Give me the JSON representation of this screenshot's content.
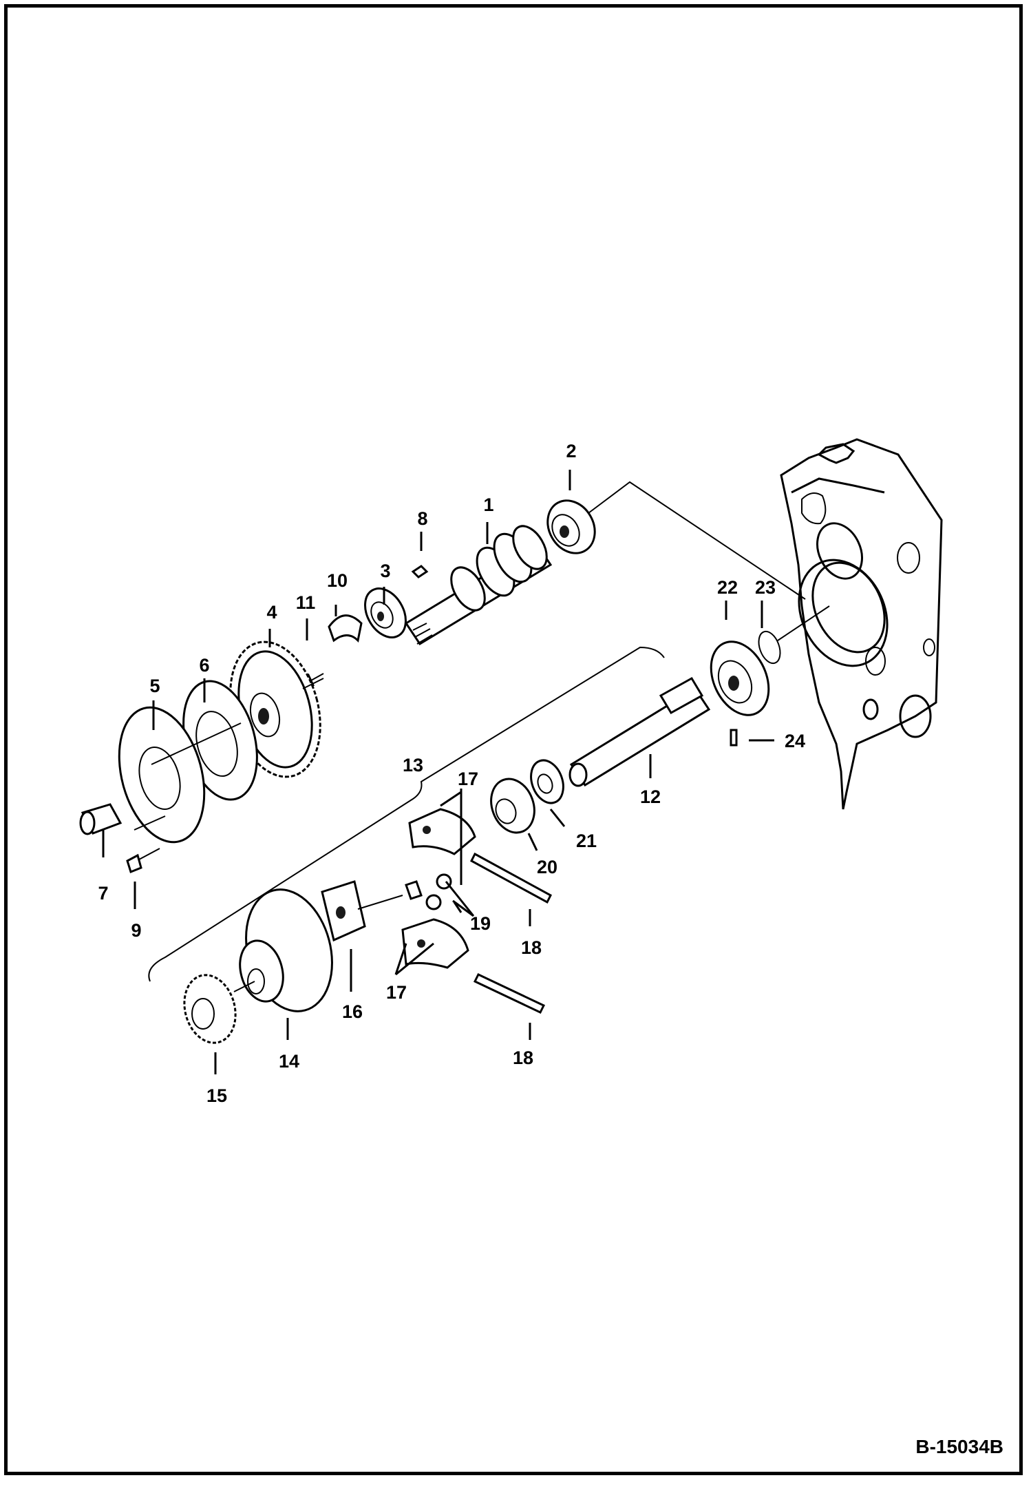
{
  "figure_id": "B-15034B",
  "callouts": [
    "1",
    "2",
    "3",
    "4",
    "5",
    "6",
    "7",
    "8",
    "9",
    "10",
    "11",
    "12",
    "13",
    "14",
    "15",
    "16",
    "17",
    "17",
    "18",
    "18",
    "19",
    "20",
    "21",
    "22",
    "23",
    "24"
  ]
}
